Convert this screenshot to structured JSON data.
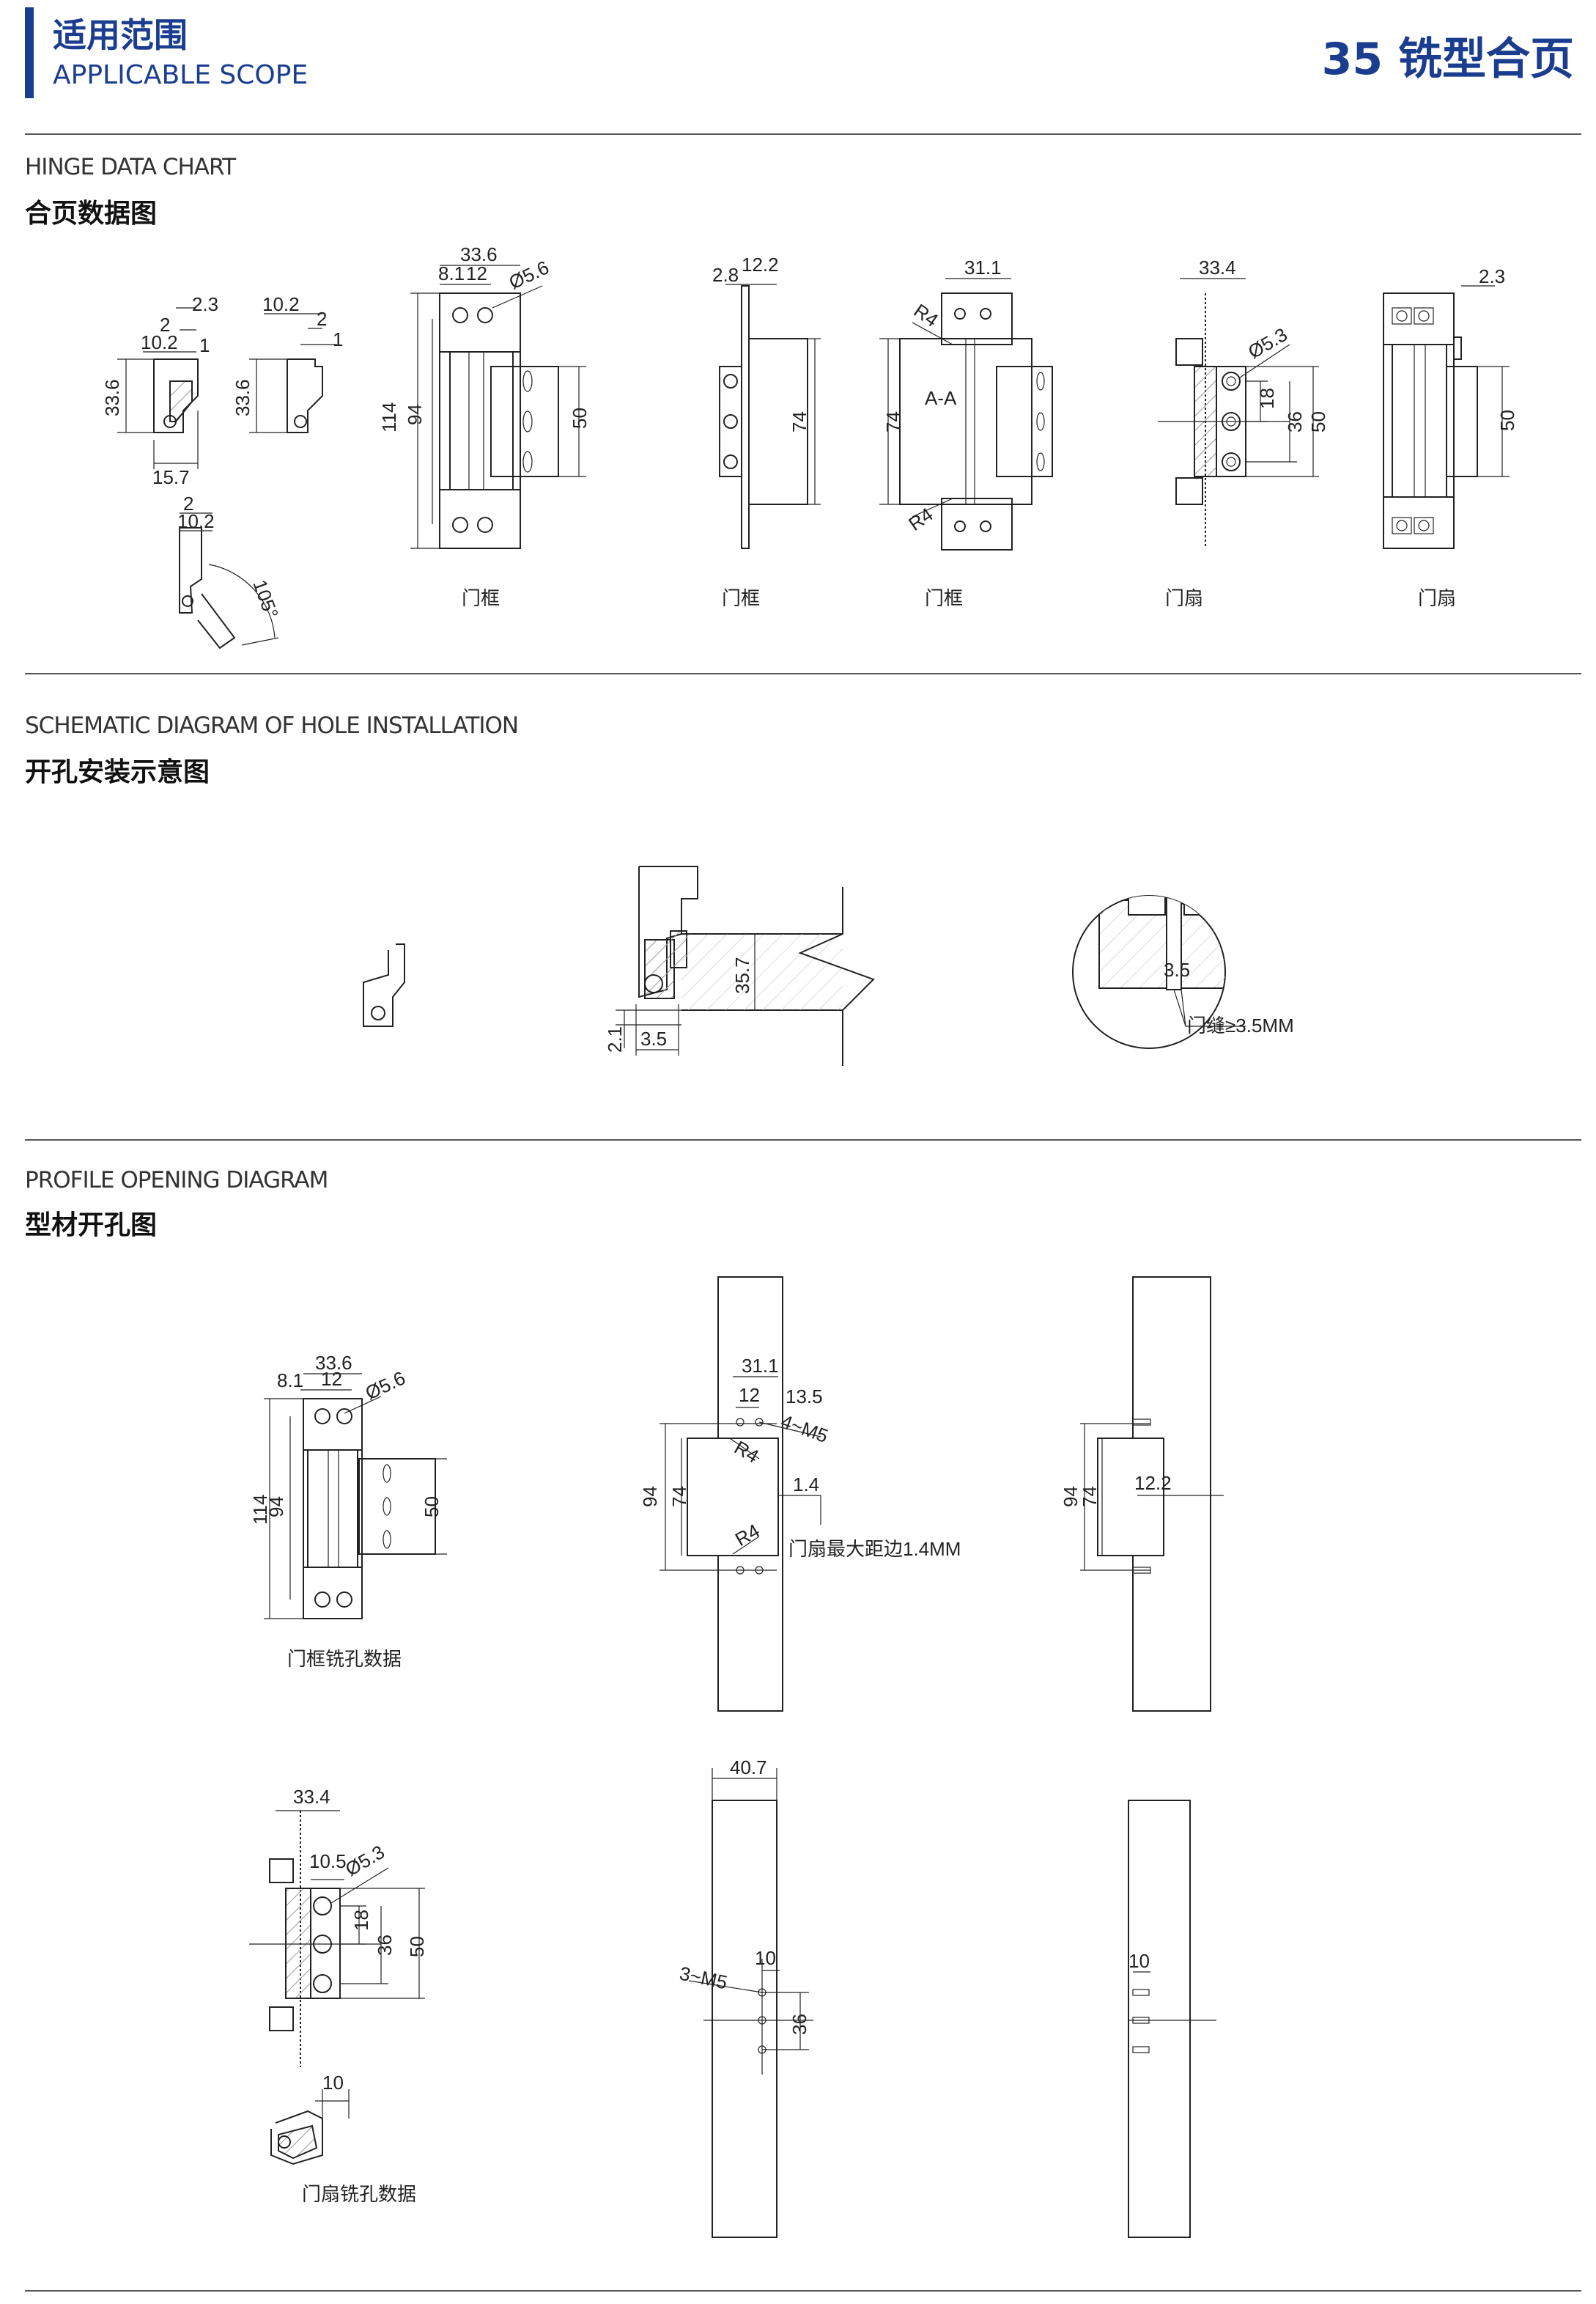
{
  "header": {
    "scope_cn": "适用范围",
    "scope_en": "APPLICABLE SCOPE",
    "product_title": "35 铣型合页"
  },
  "sections": {
    "hinge": {
      "en": "HINGE DATA CHART",
      "cn": "合页数据图"
    },
    "hole": {
      "en": "SCHEMATIC DIAGRAM OF HOLE INSTALLATION",
      "cn": "开孔安装示意图"
    },
    "profile": {
      "en": "PROFILE OPENING DIAGRAM",
      "cn": "型材开孔图"
    }
  },
  "hinge_chart": {
    "side_view": {
      "d1": "2.3",
      "d2": "2",
      "d3": "10.2",
      "d4": "1",
      "height": "33.6",
      "width": "15.7"
    },
    "side_view2": {
      "d1": "10.2",
      "d2": "2",
      "d3": "1",
      "height": "33.6"
    },
    "swing_view": {
      "d1": "2",
      "d2": "10.2",
      "angle": "105°"
    },
    "view1": {
      "width": "33.6",
      "d1": "8.1",
      "d2": "12",
      "hole": "Ø5.6",
      "h1": "114",
      "h2": "94",
      "h3": "50",
      "caption": "门框"
    },
    "view2": {
      "d1": "2.8",
      "d2": "12.2",
      "h": "74",
      "caption": "门框"
    },
    "view3": {
      "width": "31.1",
      "r_top": "R4",
      "r_bottom": "R4",
      "section": "A-A",
      "h": "74",
      "caption": "门框"
    },
    "view4": {
      "width": "33.4",
      "hole": "Ø5.3",
      "h1": "18",
      "h2": "36",
      "h3": "50",
      "caption": "门扇"
    },
    "view5": {
      "d1": "2.3",
      "h": "50",
      "caption": "门扇"
    }
  },
  "hole_installation": {
    "d1": "2.1",
    "d2": "3.5",
    "d3": "35.7",
    "gap_value": "3.5",
    "gap_note": "门缝≥3.5MM"
  },
  "profile_opening": {
    "frame_detail": {
      "width": "33.6",
      "d1": "8.1",
      "d2": "12",
      "hole": "Ø5.6",
      "h1": "114",
      "h2": "94",
      "h3": "50",
      "caption": "门框铣孔数据"
    },
    "frame_cut": {
      "width": "31.1",
      "d1": "12",
      "d2": "13.5",
      "screws": "4~M5",
      "r_top": "R4",
      "r_bottom": "R4",
      "h1": "94",
      "h2": "74",
      "edge": "1.4",
      "note": "门扇最大距边1.4MM"
    },
    "frame_side": {
      "h1": "94",
      "h2": "74",
      "depth": "12.2"
    },
    "sash_detail": {
      "width": "33.4",
      "d1": "10.5",
      "hole": "Ø5.3",
      "h1": "18",
      "h2": "36",
      "h3": "50",
      "d2": "10",
      "caption": "门扇铣孔数据"
    },
    "sash_cut": {
      "width": "40.7",
      "screws": "3~M5",
      "d1": "10",
      "h": "36"
    },
    "sash_side": {
      "d1": "10"
    }
  }
}
